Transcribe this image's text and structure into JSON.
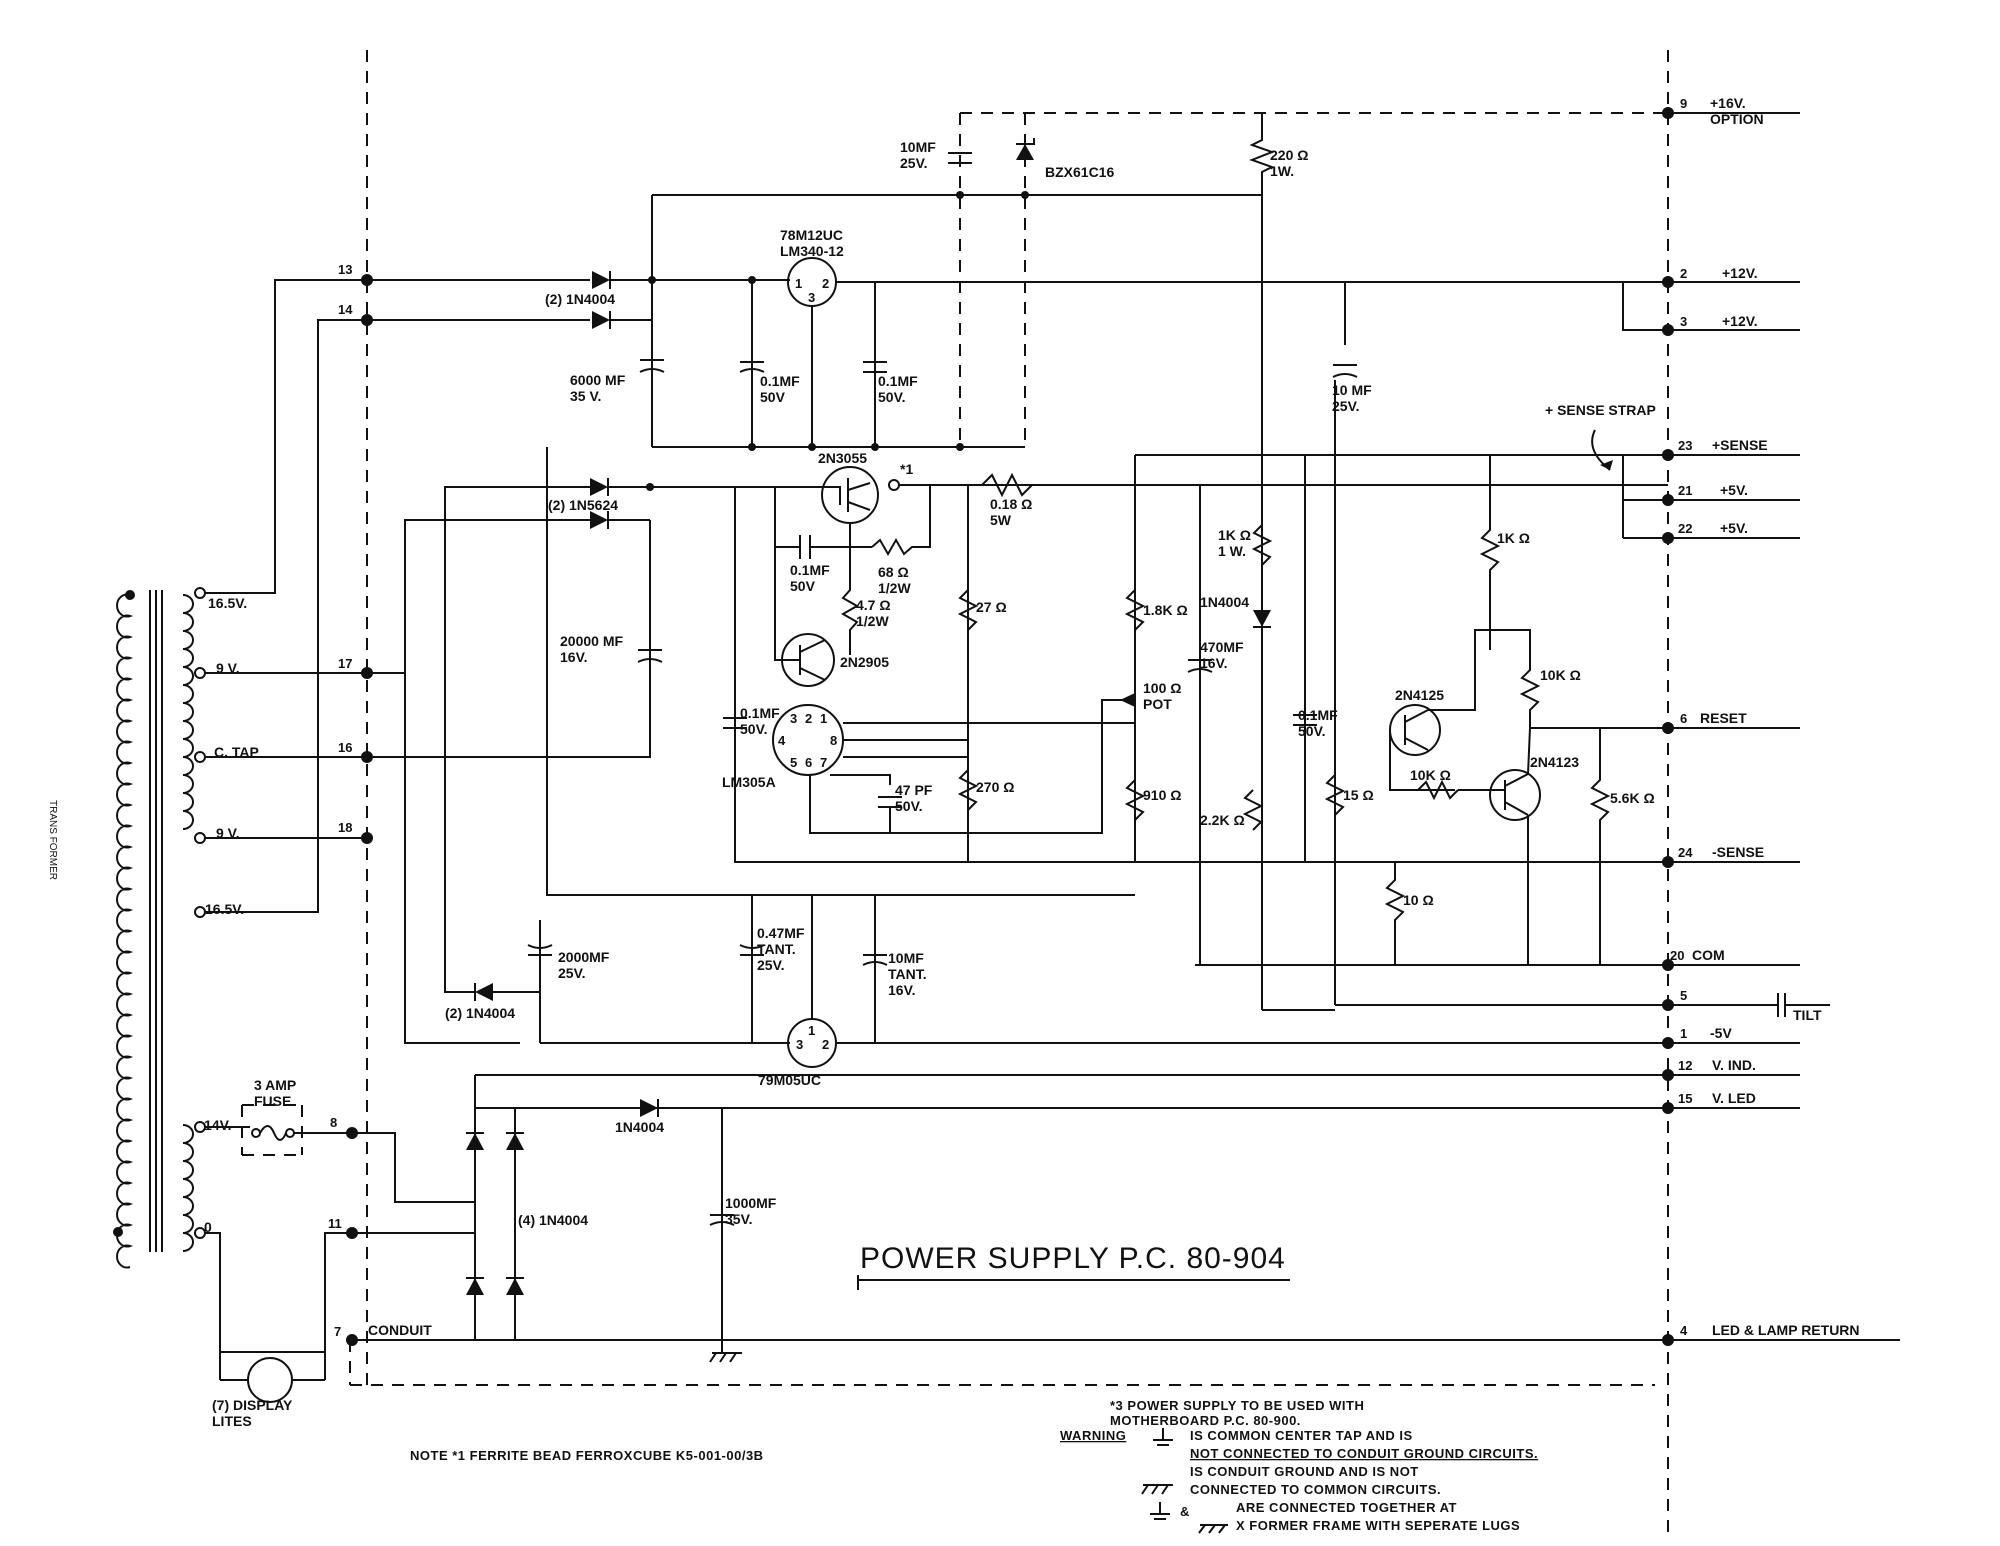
{
  "title": "POWER SUPPLY   P.C. 80-904",
  "transformer": {
    "taps": [
      "16.5V.",
      "9 V.",
      "C. TAP",
      "9 V.",
      "16.5V."
    ],
    "secondary_taps": [
      "14V.",
      "0"
    ],
    "side_label": "TRANS FORMER"
  },
  "fuse": {
    "label": "3 AMP\nFUSE"
  },
  "lamps": {
    "label": "(7) DISPLAY\nLITES"
  },
  "left_pins": [
    "13",
    "14",
    "17",
    "16",
    "18",
    "8",
    "11",
    "7"
  ],
  "conduit_label": "CONDUIT",
  "components": {
    "c_10mf_top": "10MF\n25V.",
    "zener": "BZX61C16",
    "r_220": "220 Ω\n1W.",
    "reg_12": "78M12UC\nLM340-12",
    "reg_12_pins": [
      "1",
      "2",
      "3"
    ],
    "d_1n4004_pair": "(2) 1N4004",
    "c_6000": "6000 MF\n35 V.",
    "c_01_a": "0.1MF\n50V",
    "c_01_b": "0.1MF\n50V.",
    "c_10mf_25": "10 MF\n25V.",
    "q_2n3055": "2N3055",
    "bead_mark": "*1",
    "d_1n5624": "(2) 1N5624",
    "r_018": "0.18 Ω\n5W",
    "c_01_c": "0.1MF\n50V",
    "r_68": "68 Ω\n1/2W",
    "r_47": "4.7 Ω\n1/2W",
    "c_20000": "20000 MF\n16V.",
    "q_2n2905": "2N2905",
    "r_27": "27 Ω",
    "r_18k": "1.8K Ω",
    "r_1k_1w": "1K Ω\n1 W.",
    "d_1n4004_single": "1N4004",
    "c_470": "470MF\n16V.",
    "r_1k": "1K Ω",
    "r_10k_a": "10K Ω",
    "pot_100": "100 Ω\nPOT",
    "c_01_d": "0.1MF\n50V.",
    "lm305_pins": [
      "3",
      "2",
      "1",
      "4",
      "8",
      "5",
      "6",
      "7"
    ],
    "lm305": "LM305A",
    "c_47pf": "47 PF\n50V.",
    "r_270": "270 Ω",
    "r_910": "910 Ω",
    "q_2n4125": "2N4125",
    "q_2n4123": "2N4123",
    "r_10k_b": "10K Ω",
    "r_56k": "5.6K Ω",
    "c_01_e": "0.1MF\n50V.",
    "r_15": "15 Ω",
    "r_22k": "2.2K Ω",
    "r_10": "10 Ω",
    "c_2000": "2000MF\n25V.",
    "c_047": "0.47MF\nTANT.\n25V.",
    "c_10mf_tant": "10MF\nTANT.\n16V.",
    "d_1n4004_neg": "(2) 1N4004",
    "reg_5": "79M05UC",
    "reg_5_pins": [
      "3",
      "1",
      "2"
    ],
    "d_1n4004_led": "1N4004",
    "bridge": "(4) 1N4004",
    "c_1000": "1000MF\n35V.",
    "sense_strap": "+ SENSE STRAP"
  },
  "outputs": [
    {
      "pin": "9",
      "label": "+16V.\nOPTION"
    },
    {
      "pin": "2",
      "label": "+12V."
    },
    {
      "pin": "3",
      "label": "+12V."
    },
    {
      "pin": "23",
      "label": "+SENSE"
    },
    {
      "pin": "21",
      "label": "+5V."
    },
    {
      "pin": "22",
      "label": "+5V."
    },
    {
      "pin": "6",
      "label": "RESET"
    },
    {
      "pin": "24",
      "label": "-SENSE"
    },
    {
      "pin": "20",
      "label": "COM"
    },
    {
      "pin": "5",
      "label": "TILT"
    },
    {
      "pin": "1",
      "label": "-5V"
    },
    {
      "pin": "12",
      "label": "V. IND."
    },
    {
      "pin": "15",
      "label": "V. LED"
    },
    {
      "pin": "4",
      "label": "LED & LAMP RETURN"
    }
  ],
  "note_bead": "NOTE *1  FERRITE BEAD FERROXCUBE K5-001-00/3B",
  "notes": {
    "note3": "*3 POWER SUPPLY TO BE USED WITH\nMOTHERBOARD P.C. 80-900.",
    "warning_label": "WARNING",
    "warning_lines": [
      "IS COMMON CENTER TAP AND IS",
      "NOT CONNECTED TO CONDUIT GROUND CIRCUITS.",
      "IS CONDUIT GROUND AND IS NOT",
      "CONNECTED TO COMMON CIRCUITS.",
      "ARE CONNECTED TOGETHER AT",
      "X FORMER FRAME WITH SEPERATE LUGS"
    ],
    "amp": "&"
  }
}
